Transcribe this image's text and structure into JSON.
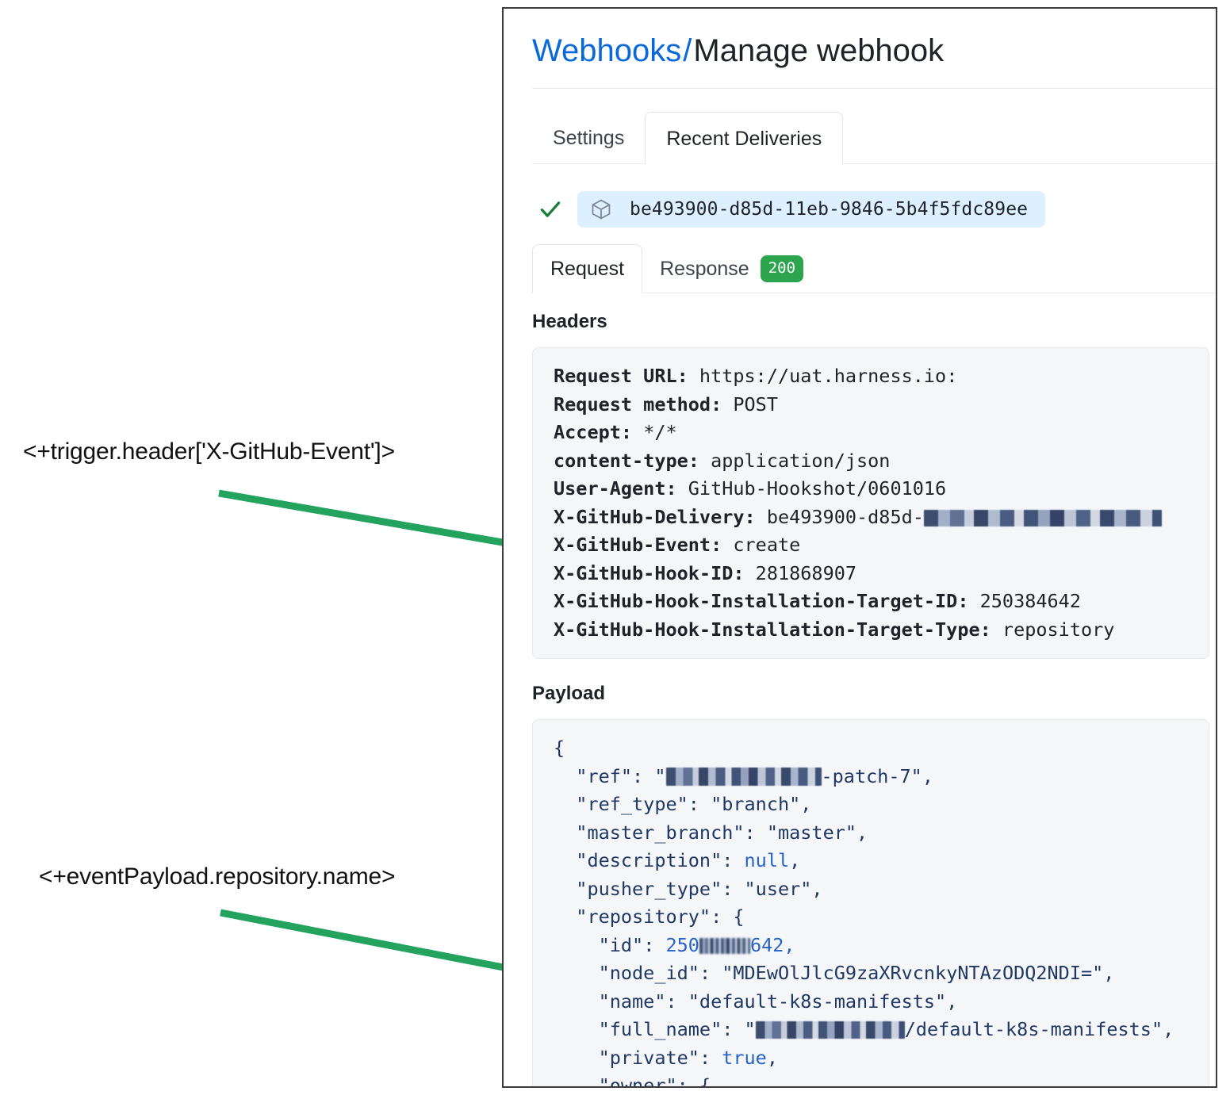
{
  "annotations": [
    {
      "id": "annot-trigger-header",
      "text": "<+trigger.header['X-GitHub-Event']>"
    },
    {
      "id": "annot-event-payload",
      "text": "<+eventPayload.repository.name>"
    }
  ],
  "panel": {
    "breadcrumb": {
      "link": "Webhooks",
      "separator": "/",
      "current": "Manage webhook"
    },
    "main_tabs": [
      {
        "label": "Settings",
        "selected": false
      },
      {
        "label": "Recent Deliveries",
        "selected": true
      }
    ],
    "delivery": {
      "status_icon": "check-icon",
      "package_icon": "cube-icon",
      "guid": "be493900-d85d-11eb-9846-5b4f5fdc89ee"
    },
    "sub_tabs": [
      {
        "label": "Request",
        "selected": true,
        "badge": null
      },
      {
        "label": "Response",
        "selected": false,
        "badge": "200",
        "badge_color": "#2da44e"
      }
    ],
    "headers_section": {
      "title": "Headers",
      "lines": [
        {
          "key": "Request URL:",
          "value": " https://uat.harness.io:"
        },
        {
          "key": "Request method:",
          "value": " POST"
        },
        {
          "key": "Accept:",
          "value": " */*"
        },
        {
          "key": "content-type:",
          "value": " application/json"
        },
        {
          "key": "User-Agent:",
          "value": " GitHub-Hookshot/0601016"
        },
        {
          "key": "X-GitHub-Delivery:",
          "value": " be493900-d85d-",
          "redacted": true
        },
        {
          "key": "X-GitHub-Event:",
          "value": " create"
        },
        {
          "key": "X-GitHub-Hook-ID:",
          "value": " 281868907"
        },
        {
          "key": "X-GitHub-Hook-Installation-Target-ID:",
          "value": " 250384642"
        },
        {
          "key": "X-GitHub-Hook-Installation-Target-Type:",
          "value": " repository"
        }
      ]
    },
    "payload_section": {
      "title": "Payload",
      "lines": [
        "{",
        "  \"ref\": \"[redacted]-patch-7\",",
        "  \"ref_type\": \"branch\",",
        "  \"master_branch\": \"master\",",
        "  \"description\": null,",
        "  \"pusher_type\": \"user\",",
        "  \"repository\": {",
        "    \"id\": 250[redacted]642,",
        "    \"node_id\": \"MDEwOlJlcG9zaXRvcnkyNTAzODQ2NDI=\",",
        "    \"name\": \"default-k8s-manifests\",",
        "    \"full_name\": \"[redacted]/default-k8s-manifests\",",
        "    \"private\": true,",
        "    \"owner\": {"
      ],
      "tokens": {
        "ref_key": "\"ref\"",
        "ref_suffix": "-patch-7\",",
        "ref_type_key": "\"ref_type\"",
        "ref_type_val": "\"branch\",",
        "master_branch_key": "\"master_branch\"",
        "master_branch_val": "\"master\",",
        "description_key": "\"description\"",
        "description_val": "null",
        "pusher_type_key": "\"pusher_type\"",
        "pusher_type_val": "\"user\",",
        "repository_key": "\"repository\"",
        "id_key": "\"id\"",
        "id_prefix": "250",
        "id_suffix": "642,",
        "node_id_key": "\"node_id\"",
        "node_id_val": "\"MDEwOlJlcG9zaXRvcnkyNTAzODQ2NDI=\",",
        "name_key": "\"name\"",
        "name_val": "\"default-k8s-manifests\",",
        "full_name_key": "\"full_name\"",
        "full_name_suffix": "/default-k8s-manifests\",",
        "private_key": "\"private\"",
        "private_val": "true",
        "owner_key": "\"owner\"",
        "brace_open": "{",
        "brace_open_inline": "{",
        "colon": ": ",
        "comma": ","
      }
    }
  },
  "colors": {
    "link": "#0969da",
    "badge_green": "#2da44e",
    "chip_bg": "#ddf0ff",
    "code_bg": "#f4f6f8",
    "arrow_green": "#24a35f",
    "panel_border": "#3c3c3c"
  }
}
